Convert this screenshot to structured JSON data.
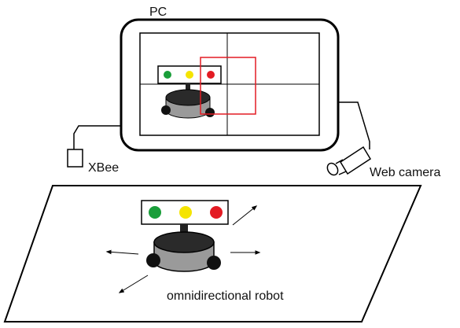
{
  "labels": {
    "pc": "PC",
    "xbee": "XBee",
    "web_camera": "Web camera",
    "robot": "omnidirectional robot"
  },
  "colors": {
    "led_green": "#1a9e3a",
    "led_yellow": "#f5e400",
    "led_red": "#e31b23",
    "selection_box": "#e31b23",
    "outline": "#000000",
    "robot_body": "#9a9a9a",
    "robot_top": "#2a2a2a"
  }
}
